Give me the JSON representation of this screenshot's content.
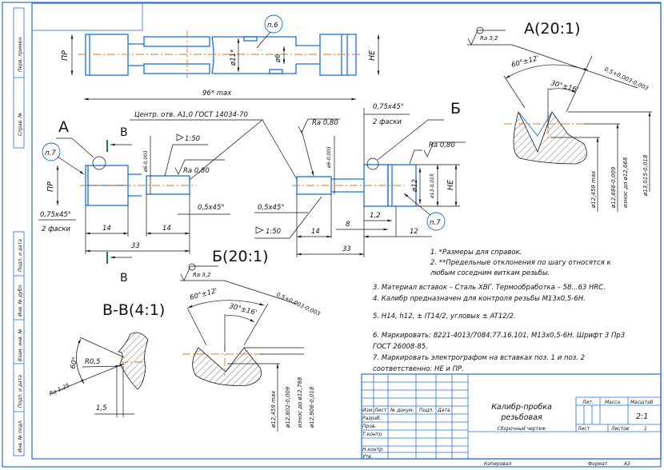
{
  "stamp_side": [
    "Перв. примен.",
    "Справ. №",
    "Подп. и дата",
    "Инв. № дубл.",
    "Взам. инв. №",
    "Подп. и дата",
    "Инв. № подл."
  ],
  "top_view": {
    "pos_label": "п.6",
    "dim_pr": "ПР",
    "dim_ne": "НЕ",
    "dim_d11": "ø11*",
    "dim_d6": "ø6",
    "dim_length": "96* max"
  },
  "left_insert": {
    "view_letter": "А",
    "section_letter": "В",
    "pos_label": "п.7",
    "dim_pr": "ПР",
    "dim_d6": "ø6-0,003",
    "taper": "1:50",
    "ra": "Ra 0,80",
    "chamfer1": "0,75x45°",
    "chamfer1_note": "2 фаски",
    "chamfer2": "0,5x45°",
    "dim_14a": "14",
    "dim_14b": "14",
    "dim_33": "33",
    "center_note": "Центр. отв. А1,0 ГОСТ 14034-70"
  },
  "right_insert": {
    "view_letter": "Б",
    "pos_label": "п.7",
    "ra1": "Ra 0,80",
    "ra2": "Ra 0,80",
    "chamfer1": "0,75x45°",
    "chamfer1_note": "2 фаски",
    "chamfer2": "0,5x45°",
    "taper": "1:50",
    "dim_d6": "ø6-0,003",
    "dim_d12": "ø12",
    "dim_d13": "ø13-0,015",
    "dim_ne": "НЕ",
    "dim_12a": "1,2",
    "dim_8": "8",
    "dim_14": "14",
    "dim_12": "12",
    "dim_33": "33"
  },
  "detail_a": {
    "title": "А(20:1)",
    "ra": "Ra 3,2",
    "angle": "60°±12'",
    "half_angle": "30°±16'",
    "pitch": "0,5+0,003-0,003",
    "d1": "ø12,459 max",
    "d2": "ø12,686-0,009",
    "d3": "износ до ø12,668",
    "d4": "ø13,015-0,018"
  },
  "detail_b": {
    "title": "Б(20:1)",
    "ra": "Ra 3,2",
    "angle": "60°±12'",
    "half_angle": "30°±16'",
    "pitch": "0,5+0,003-0,003",
    "d1": "ø12,459 max",
    "d2": "ø12,802-0,009",
    "d3": "износ до ø12,788",
    "d4": "ø12,906-0,018"
  },
  "section_v": {
    "title": "В-В(4:1)",
    "angle": "60°",
    "radius": "R0,5",
    "ra": "Ra 1,25",
    "dim": "1,5"
  },
  "notes": [
    "1. *Размеры для справок.",
    "2. **Предельные отклонения по шагу относятся к",
    "любым соседним виткам резьбы.",
    "3. Материал вставок – Сталь ХВГ. Термообработка – 58...63 HRC.",
    "4. Калибр предназначен для контроля резьбы М13x0,5-6Н.",
    "5. Н14, h12, ± IT14/2, угловых ± AT12/2.",
    "6. Маркировать: 8221-4013/7084.77.16.101, М13x0,5-6Н. Шрифт 3 Пр3",
    "ГОСТ 26008-85.",
    "7. Маркировать электрографом на вставках поз. 1 и поз. 2",
    "соответственно: НЕ и ПР."
  ],
  "title_block": {
    "headers": [
      "Изм",
      "Лист",
      "№ докум.",
      "Подп.",
      "Дата"
    ],
    "rows": [
      "Разраб.",
      "Пров.",
      "Т.контр.",
      "",
      "Н.контр.",
      "Утв."
    ],
    "name_line1": "Калибр-пробка",
    "name_line2": "резьбовая",
    "doc_type": "Сборочный чертеж",
    "lit": "Лит.",
    "mass": "Масса",
    "scale_label": "Масштаб",
    "scale": "2:1",
    "sheet": "Лист",
    "sheets": "Листов",
    "sheets_count": "1",
    "copied": "Копировал",
    "format_label": "Формат",
    "format": "А3"
  },
  "colors": {
    "frame": "#2a6fc9",
    "part": "#1a6fd6",
    "centerline": "#e07a1f",
    "section": "#1a7a6a"
  }
}
